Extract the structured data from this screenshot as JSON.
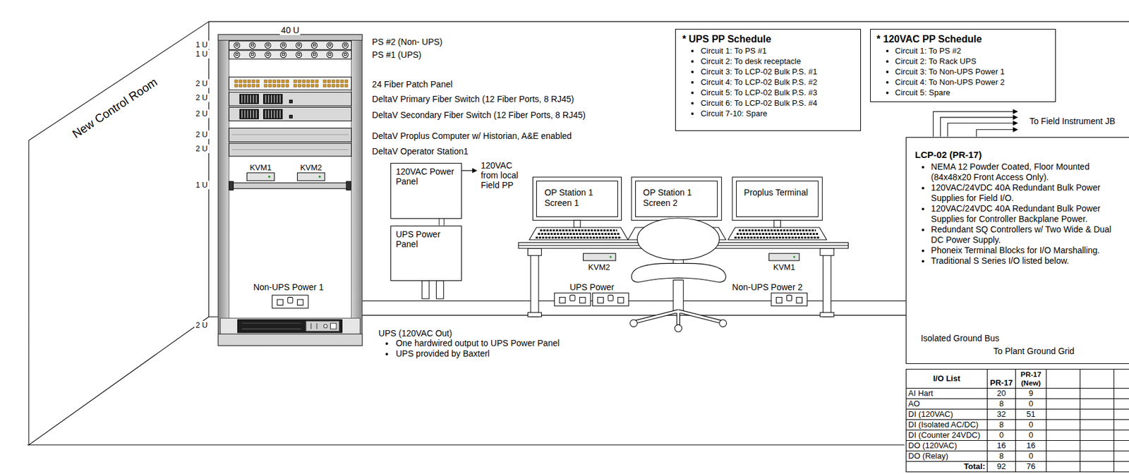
{
  "diagram": {
    "nodes": [
      {
        "text": [
          "120VAC Power Panel"
        ]
      },
      {
        "text": [
          "UPS Power Panel"
        ]
      },
      {
        "text": [
          "OP Station 1 Screen 1"
        ]
      },
      {
        "text": [
          "OP Station 1 Screen 2"
        ]
      },
      {
        "text": [
          "Proplus Terminal"
        ]
      },
      {
        "text": [
          "* UPS PP Schedule",
          "Circuit 1: To PS #1",
          "Circuit 2: To desk receptacle",
          "Circuit 3: To LCP-02 Bulk P.S. #1",
          "Circuit 4: To LCP-02 Bulk P.S. #2",
          "Circuit 5: To LCP-02 Bulk P.S. #3",
          "Circuit 6: To LCP-02 Bulk P.S. #4",
          "Circuit 7-10: Spare"
        ]
      },
      {
        "text": [
          "* 120VAC PP Schedule",
          "Circuit 1: To PS #2",
          "Circuit 2: To Rack UPS",
          "Circuit 3: To Non-UPS Power 1",
          "Circuit 4: To Non-UPS Power 2",
          "Circuit 5: Spare"
        ]
      },
      {
        "text": [
          "LCP-02 (PR-17)",
          "NEMA 12 Powder Coated, Floor Mounted (84x48x20 Front Access Only).",
          "120VAC/24VDC 40A Redundant Bulk Power Supplies for Field I/O.",
          "120VAC/24VDC 40A Redundant Bulk Power Supplies for Controller Backplane Power.",
          "Redundant SQ Controllers w/ Two Wide & Dual DC Power Supply.",
          "Phoneix Terminal Blocks for I/O Marshalling.",
          "Traditional S Series I/O listed below."
        ]
      }
    ],
    "edges": [
      {
        "from": 0,
        "to": 1,
        "arrow": "none"
      }
    ],
    "labels": [
      "40 U",
      "1 U",
      "1 U",
      "2 U",
      "2 U",
      "2 U",
      "2 U",
      "2 U",
      "1 U",
      "2 U",
      "PS #2 (Non- UPS)",
      "PS #1 (UPS)",
      "24 Fiber Patch Panel",
      "DeltaV Primary Fiber Switch (12 Fiber Ports, 8 RJ45)",
      "DeltaV Secondary Fiber Switch (12 Fiber Ports, 8 RJ45)",
      "DeltaV Proplus Computer w/ Historian, A&E enabled",
      "DeltaV Operator Station1",
      "KVM1",
      "KVM2",
      "Non-UPS Power 1",
      "UPS (120VAC Out)",
      "One hardwired output to UPS Power Panel",
      "UPS provided by Baxterl",
      "120VAC from local Field PP",
      "KVM2",
      "KVM1",
      "UPS Power",
      "Non-UPS Power 2",
      "New Control Room",
      "To Field Instrument JB",
      "Isolated Ground Bus",
      "To Plant Ground Grid",
      "I/O List",
      "PR-17",
      "PR-17 (New)",
      "AI Hart",
      "20",
      "9",
      "AO",
      "8",
      "0",
      "DI (120VAC)",
      "32",
      "51",
      "DI (Isolated AC/DC)",
      "8",
      "0",
      "DI (Counter 24VDC)",
      "0",
      "0",
      "DO (120VAC)",
      "16",
      "16",
      "DO (Relay)",
      "8",
      "0",
      "Total:",
      "92",
      "76"
    ]
  }
}
